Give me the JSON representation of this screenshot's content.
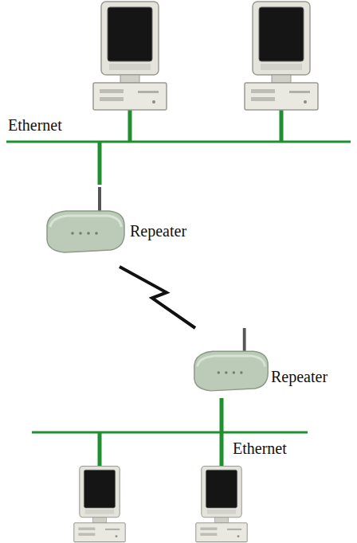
{
  "diagram": {
    "nodes": [
      {
        "text": [
          "Repeater"
        ]
      },
      {
        "text": [
          "Repeater"
        ]
      }
    ],
    "edges": [
      {
        "from": 0,
        "to": 1,
        "arrow": "none"
      }
    ],
    "labels": [
      "Ethernet",
      "Ethernet"
    ]
  }
}
